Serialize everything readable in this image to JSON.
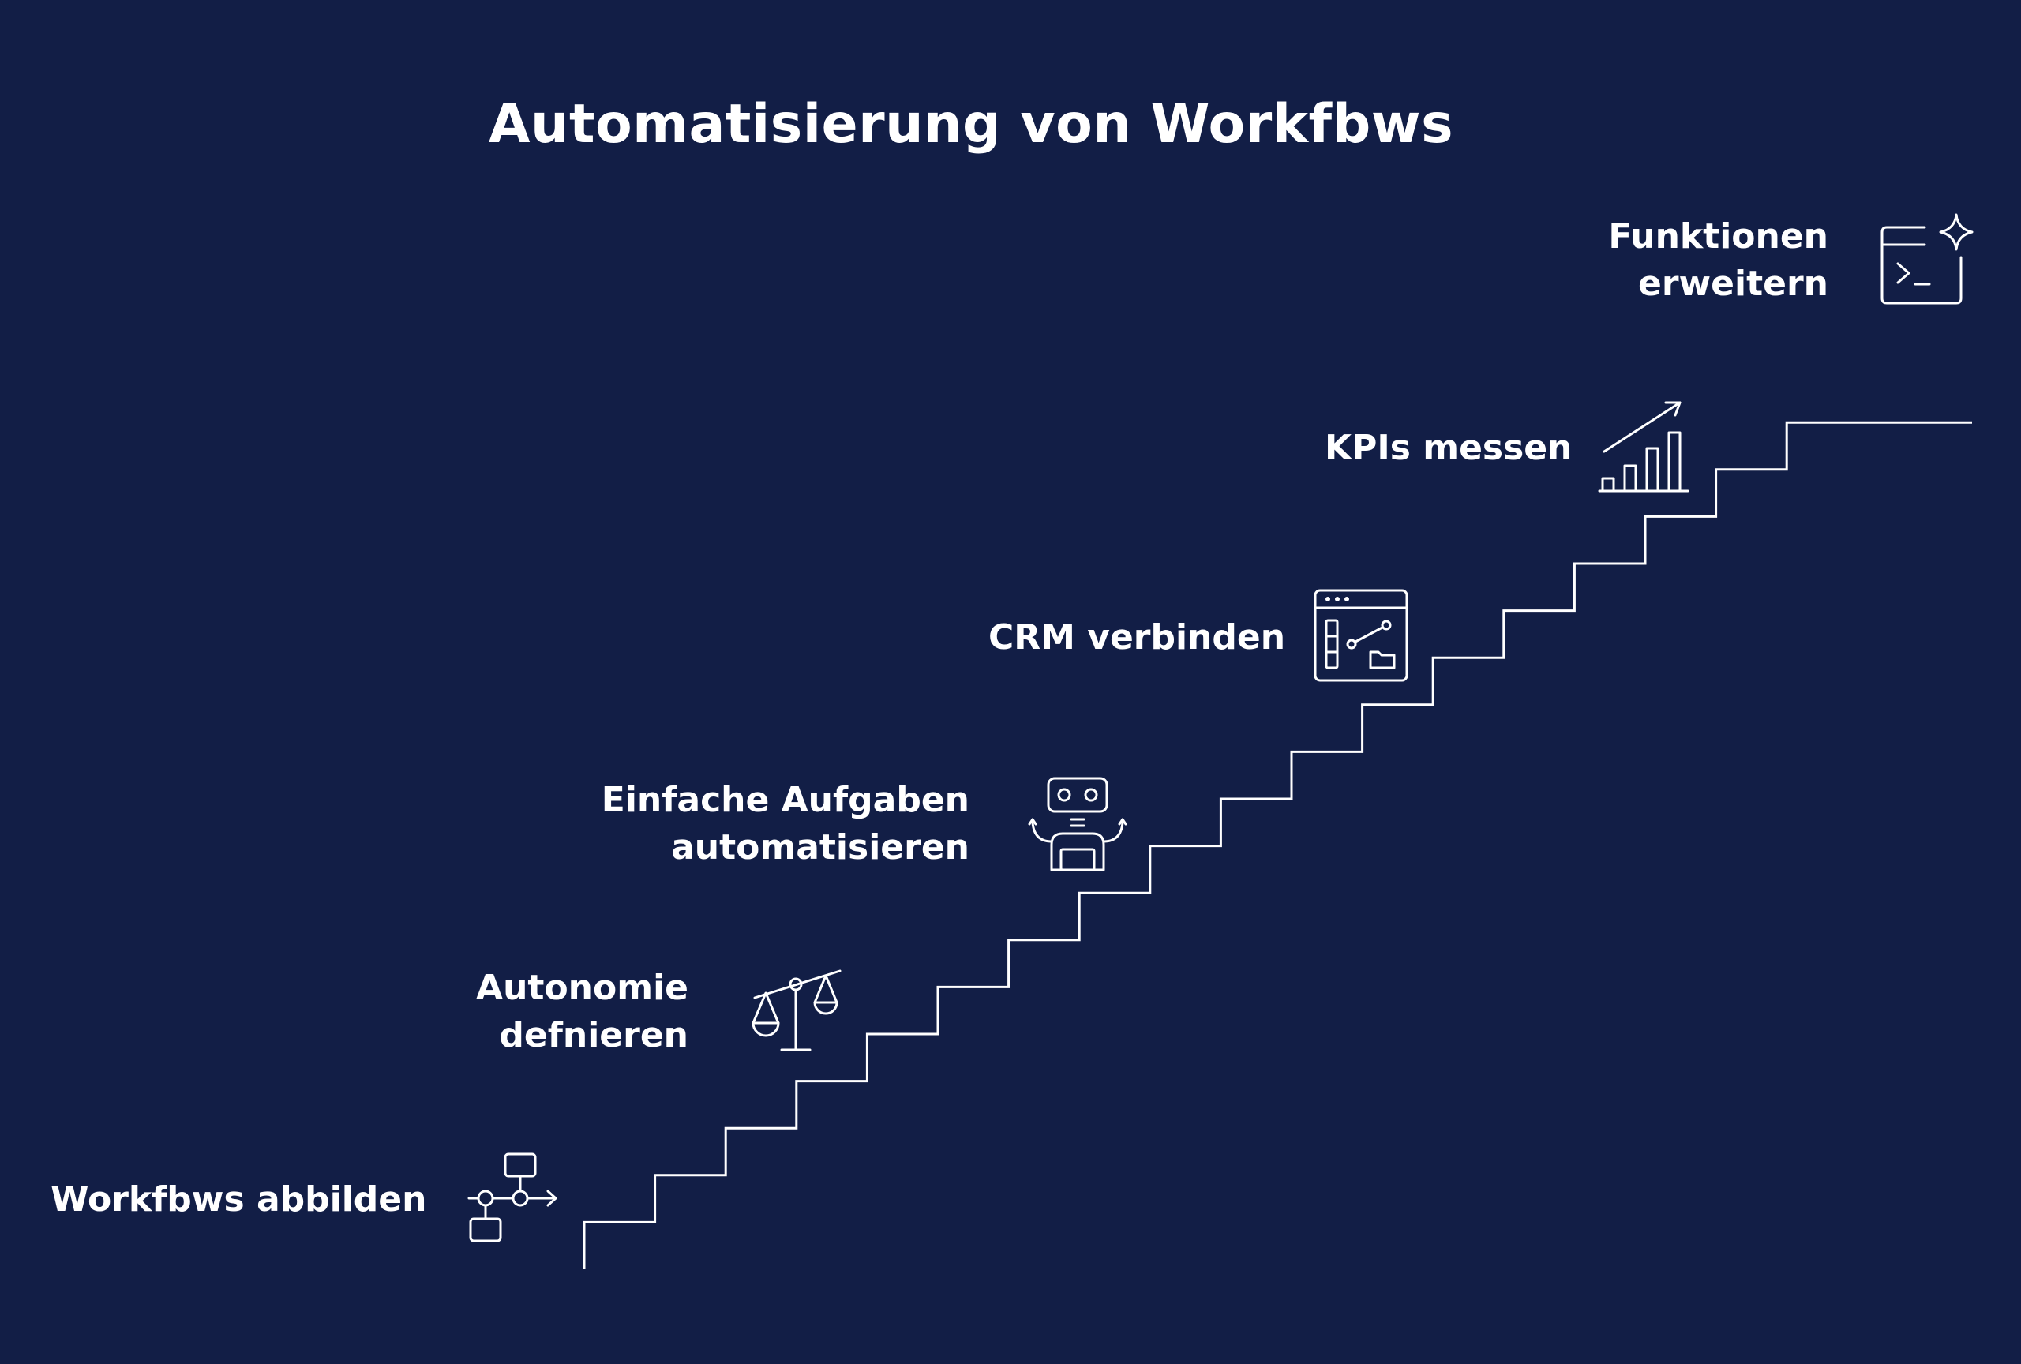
{
  "title": "Automatisierung von Workfbws",
  "steps": [
    {
      "lines": [
        "Workfbws abbilden"
      ],
      "icon": "workflow-diagram-icon"
    },
    {
      "lines": [
        "Autonomie",
        "defnieren"
      ],
      "icon": "balance-scale-icon"
    },
    {
      "lines": [
        "Einfache Aufgaben",
        "automatisieren"
      ],
      "icon": "robot-icon"
    },
    {
      "lines": [
        "CRM verbinden"
      ],
      "icon": "dashboard-window-icon"
    },
    {
      "lines": [
        "KPIs messen"
      ],
      "icon": "growth-chart-icon"
    },
    {
      "lines": [
        "Funktionen",
        "erweitern"
      ],
      "icon": "terminal-sparkle-icon"
    }
  ],
  "colors": {
    "background": "#121e46",
    "foreground": "#ffffff"
  }
}
